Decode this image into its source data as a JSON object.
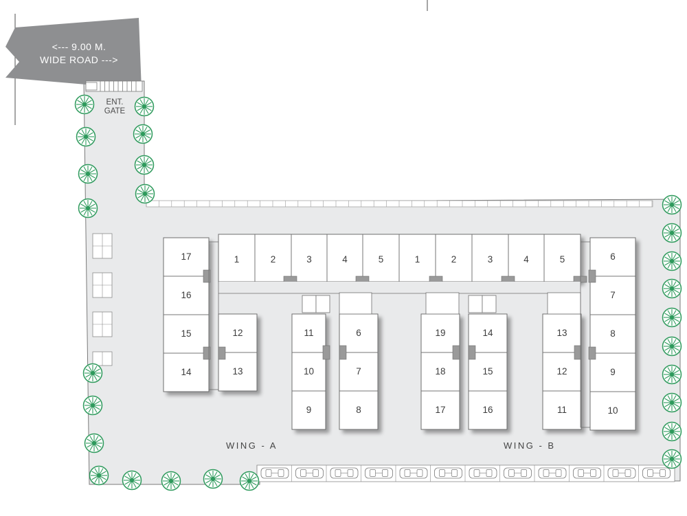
{
  "road": {
    "line1": "<--- 9.00 M.",
    "line2": "WIDE ROAD --->"
  },
  "gate": {
    "line1": "ENT.",
    "line2": "GATE"
  },
  "wings": {
    "a": "WING - A",
    "b": "WING - B"
  },
  "colors": {
    "site": "#e9eaeb",
    "road": "#8e8f91",
    "tree": "#2e9a5c",
    "outline": "#7a7a7a"
  },
  "icons": {
    "tree": "tree-icon",
    "car": "car-icon"
  },
  "units": {
    "row1": [
      "1",
      "2",
      "3",
      "4",
      "5",
      "1",
      "2",
      "3",
      "4",
      "5"
    ],
    "a_left": [
      "17",
      "16",
      "15",
      "14"
    ],
    "a_mid": [
      "12",
      "13"
    ],
    "a_tower_l": [
      "11",
      "10",
      "9"
    ],
    "a_tower_r": [
      "6",
      "7",
      "8"
    ],
    "b_tower_l": [
      "19",
      "18",
      "17"
    ],
    "b_tower_r": [
      "14",
      "15",
      "16"
    ],
    "b_mid": [
      "13",
      "12",
      "11"
    ],
    "b_right": [
      "6",
      "7",
      "8",
      "9",
      "10"
    ]
  },
  "parking_bays": 12
}
